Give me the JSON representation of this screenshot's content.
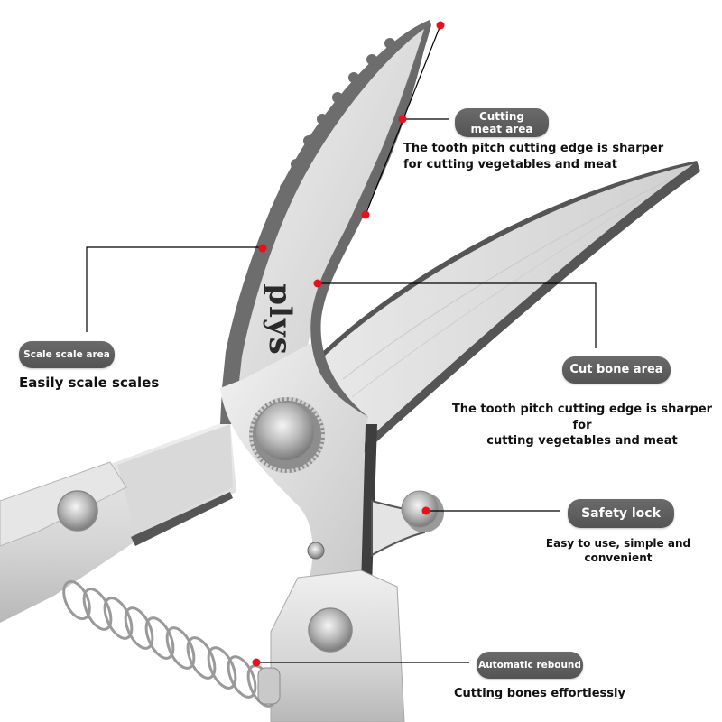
{
  "product": {
    "brand_mark": "plys",
    "subject": "kitchen poultry shears"
  },
  "colors": {
    "accent_dot": "#e8101a",
    "pill_bg": "#5a5a5a",
    "pill_text": "#ffffff",
    "text": "#111111",
    "leader_line": "#000000",
    "background": "#ffffff"
  },
  "callouts": [
    {
      "id": "cutting-meat-area",
      "label_line1": "Cutting",
      "label_line2": "meat area",
      "description_line1": "The tooth pitch cutting edge is sharper",
      "description_line2": "for cutting vegetables and meat"
    },
    {
      "id": "scale-scale-area",
      "label": "Scale scale area",
      "description": "Easily scale scales"
    },
    {
      "id": "cut-bone-area",
      "label": "Cut bone area",
      "description_line1": "The tooth pitch cutting edge is sharper for",
      "description_line2": "cutting vegetables and meat"
    },
    {
      "id": "safety-lock",
      "label": "Safety lock",
      "description_line1": "Easy to use, simple and",
      "description_line2": "convenient"
    },
    {
      "id": "automatic-rebound",
      "label": "Automatic rebound",
      "description": "Cutting bones effortlessly"
    }
  ]
}
